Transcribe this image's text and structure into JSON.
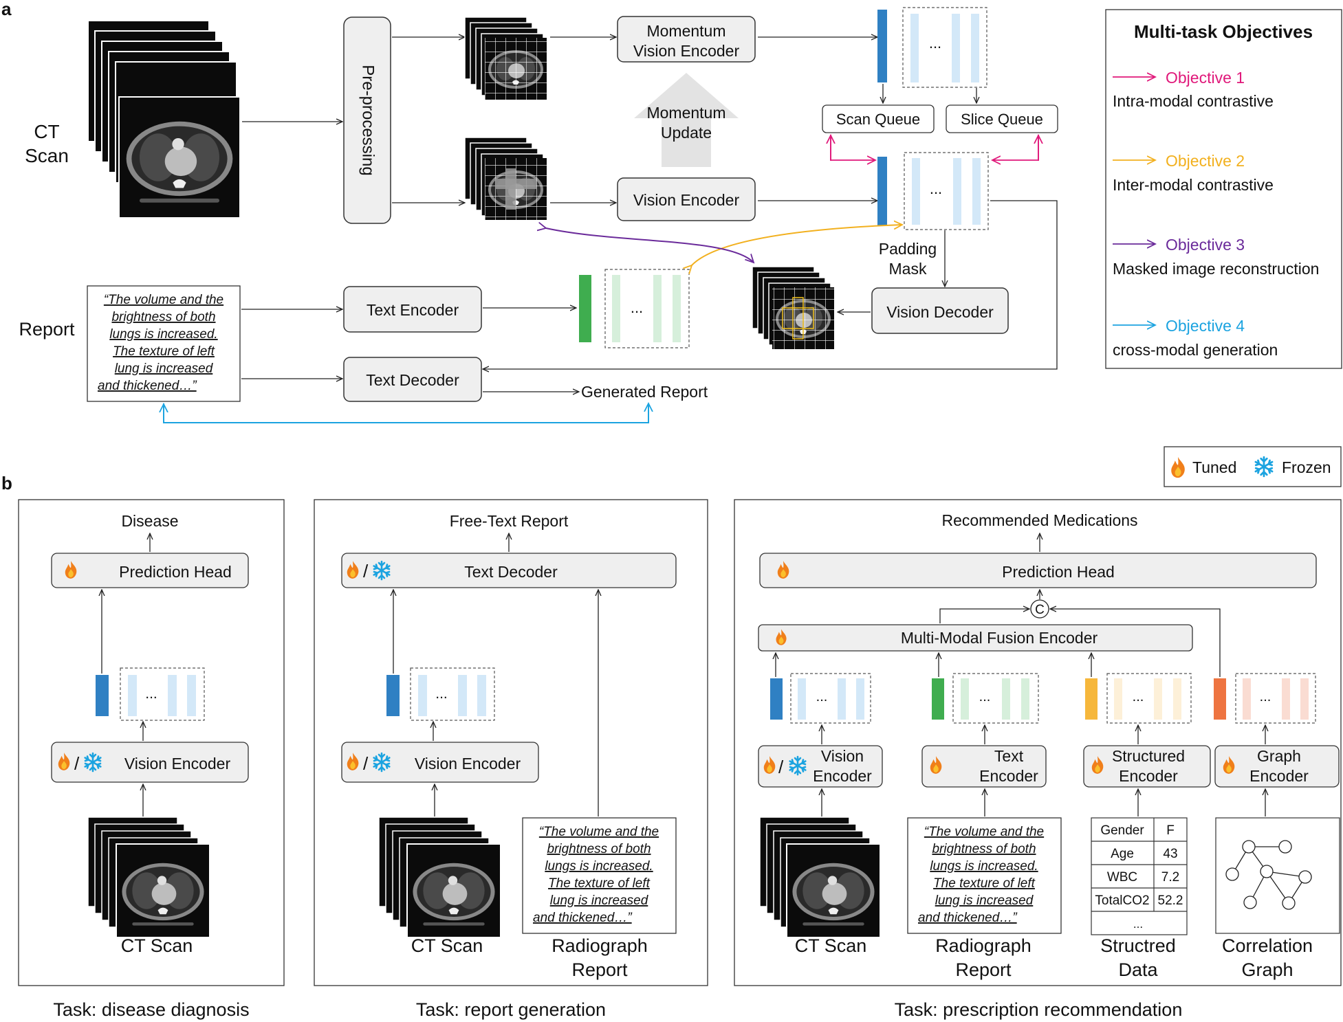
{
  "panel_a": {
    "letter": "a",
    "ct_label_line1": "CT",
    "ct_label_line2": "Scan",
    "report_label": "Report",
    "preprocessing": "Pre-processing",
    "momentum_encoder_line1": "Momentum",
    "momentum_encoder_line2": "Vision Encoder",
    "momentum_update_line1": "Momentum",
    "momentum_update_line2": "Update",
    "vision_encoder": "Vision Encoder",
    "scan_queue": "Scan Queue",
    "slice_queue": "Slice Queue",
    "padding_mask_line1": "Padding",
    "padding_mask_line2": "Mask",
    "text_encoder": "Text Encoder",
    "text_decoder": "Text Decoder",
    "vision_decoder": "Vision Decoder",
    "generated_report": "Generated Report",
    "ellipsis": "...",
    "report_lines": [
      "“The volume and the",
      "brightness   of   both",
      "lungs   is   increased.",
      "The   texture   of   left",
      "lung    is    increased",
      "and  thickened…”"
    ]
  },
  "objectives": {
    "title": "Multi-task Objectives",
    "items": [
      {
        "name": "Objective 1",
        "desc": "Intra-modal contrastive",
        "color": "#e0187a"
      },
      {
        "name": "Objective 2",
        "desc": "Inter-modal contrastive",
        "color": "#f2b01e"
      },
      {
        "name": "Objective 3",
        "desc": "Masked image reconstruction",
        "color": "#6a2a9a"
      },
      {
        "name": "Objective 4",
        "desc": "cross-modal generation",
        "color": "#1ba3e0"
      }
    ]
  },
  "legend": {
    "tuned": "Tuned",
    "frozen": "Frozen"
  },
  "panel_b": {
    "letter": "b",
    "task1": {
      "output": "Disease",
      "head": "Prediction Head",
      "encoder": "Vision Encoder",
      "input": "CT Scan",
      "caption": "Task: disease diagnosis"
    },
    "task2": {
      "output": "Free-Text Report",
      "decoder": "Text Decoder",
      "encoder": "Vision Encoder",
      "input1": "CT Scan",
      "input2_line1": "Radiograph",
      "input2_line2": "Report",
      "caption": "Task: report generation"
    },
    "task3": {
      "output": "Recommended Medications",
      "head": "Prediction Head",
      "concat": "C",
      "fusion": "Multi-Modal Fusion Encoder",
      "enc_vision_1": "Vision",
      "enc_vision_2": "Encoder",
      "enc_text_1": "Text",
      "enc_text_2": "Encoder",
      "enc_struct_1": "Structured",
      "enc_struct_2": "Encoder",
      "enc_graph_1": "Graph",
      "enc_graph_2": "Encoder",
      "input_ct": "CT Scan",
      "input_report_1": "Radiograph",
      "input_report_2": "Report",
      "input_struct_1": "Structred",
      "input_struct_2": "Data",
      "input_graph_1": "Correlation",
      "input_graph_2": "Graph",
      "table": [
        [
          "Gender",
          "F"
        ],
        [
          "Age",
          "43"
        ],
        [
          "WBC",
          "7.2"
        ],
        [
          "TotalCO2",
          "52.2"
        ]
      ],
      "table_more": "...",
      "caption": "Task: prescription recommendation"
    }
  },
  "colors": {
    "vision": "#2f80c3",
    "vision_light": "#d3e8f8",
    "text": "#3fad4f",
    "text_light": "#d6efdb",
    "struct": "#f6b73c",
    "struct_light": "#fdf0d8",
    "graph": "#ee7440",
    "graph_light": "#fadcd2",
    "box_fill": "#efefef",
    "box_stroke": "#333333",
    "frozen": "#1ba3e0",
    "tuned": "#f07f1a"
  }
}
